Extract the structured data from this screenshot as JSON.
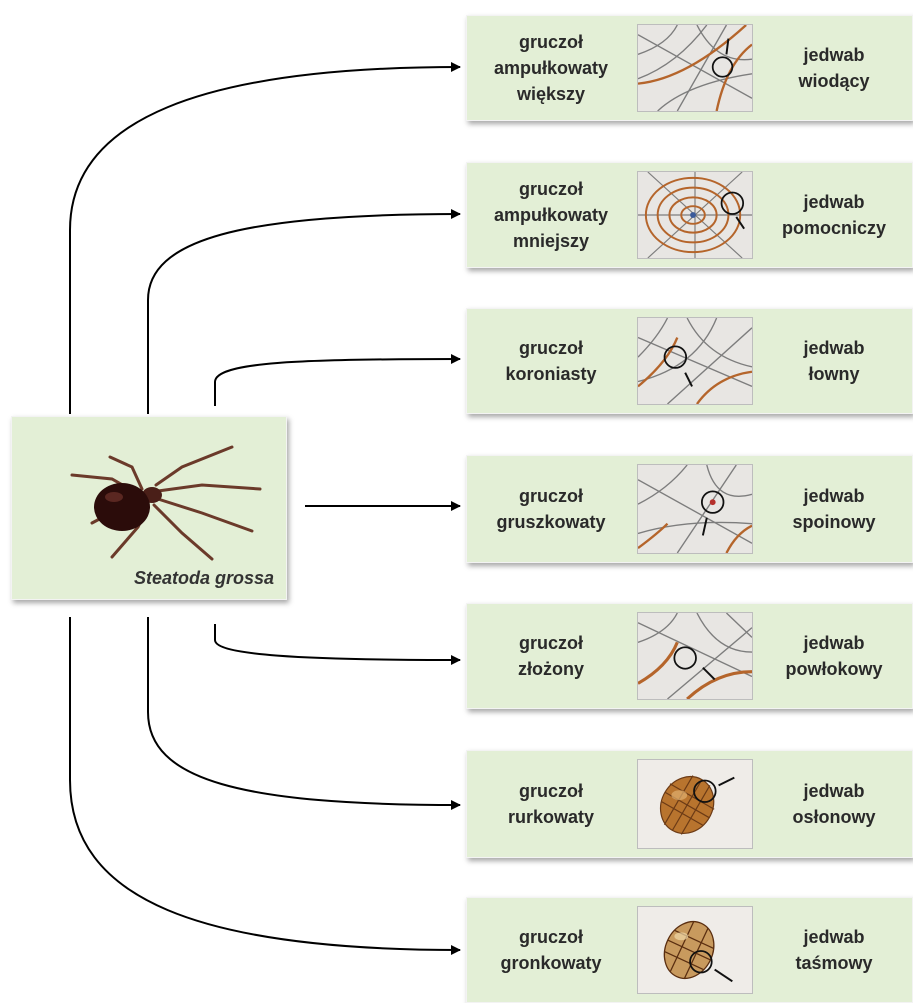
{
  "species": "Steatoda grossa",
  "glands": [
    {
      "gland": "gruczoł\nampułkowaty\nwiększy",
      "silk": "jedwab\nwiodący",
      "icon": "web-corner-circle-icon"
    },
    {
      "gland": "gruczoł\nampułkowaty\nmniejszy",
      "silk": "jedwab\npomocniczy",
      "icon": "orb-web-icon"
    },
    {
      "gland": "gruczoł\nkoroniasty",
      "silk": "jedwab\nłowny",
      "icon": "web-capture-thread-icon"
    },
    {
      "gland": "gruczoł\ngruszkowaty",
      "silk": "jedwab\nspoinowy",
      "icon": "web-junction-icon"
    },
    {
      "gland": "gruczoł\nzłożony",
      "silk": "jedwab\npowłokowy",
      "icon": "web-coating-icon"
    },
    {
      "gland": "gruczoł\nrurkowaty",
      "silk": "jedwab\nosłonowy",
      "icon": "egg-sac-icon"
    },
    {
      "gland": "gruczoł\ngronkowaty",
      "silk": "jedwab\ntaśmowy",
      "icon": "wrapped-egg-sac-icon"
    }
  ],
  "colors": {
    "panel": "#e3efd6",
    "silk_thread": "#b5652b",
    "web_thread": "#808080",
    "arrow": "#000000"
  }
}
